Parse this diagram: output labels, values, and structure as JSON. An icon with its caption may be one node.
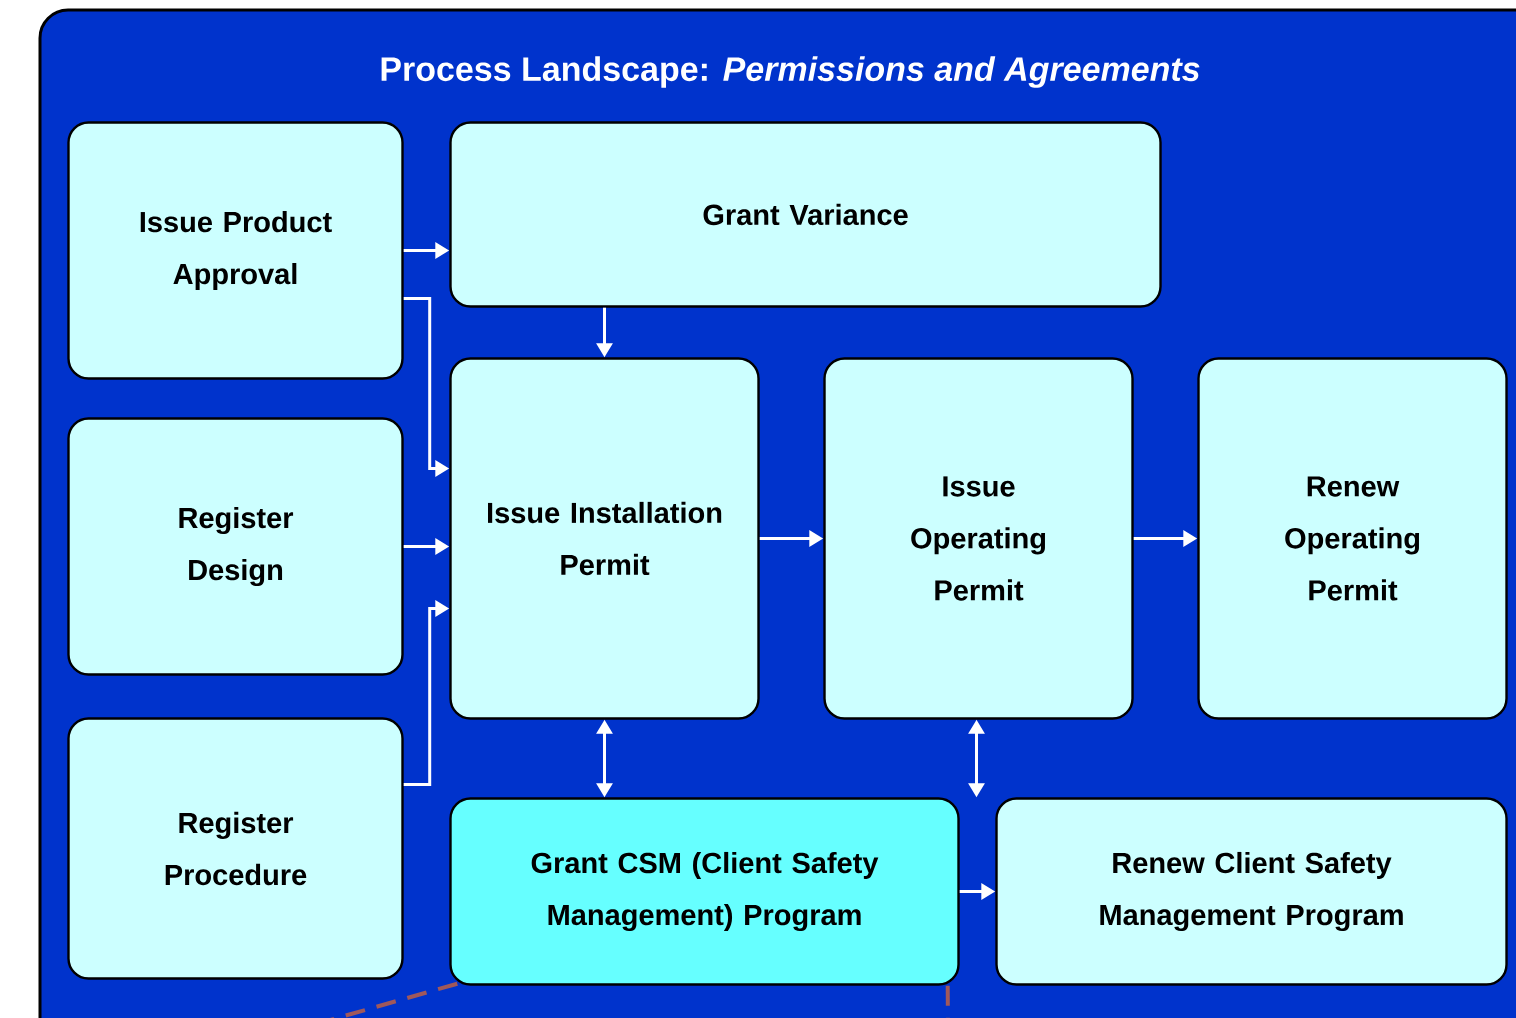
{
  "diagram": {
    "nodes": [
      {
        "text": [
          "Process Landscape: *Permissions and Agreements*"
        ]
      },
      {
        "text": [
          "Issue Product Approval"
        ],
        "in": 0
      },
      {
        "text": [
          "Grant Variance"
        ],
        "in": 0
      },
      {
        "text": [
          "Register Design"
        ],
        "in": 0
      },
      {
        "text": [
          "Issue Installation Permit"
        ],
        "in": 0
      },
      {
        "text": [
          "Issue Operating Permit"
        ],
        "in": 0
      },
      {
        "text": [
          "Renew Operating Permit"
        ],
        "in": 0
      },
      {
        "text": [
          "Register Procedure"
        ],
        "in": 0
      },
      {
        "text": [
          "Grant CSM (Client Safety Management) Program"
        ],
        "in": 0
      },
      {
        "text": [
          "Renew Client Safety Management Program"
        ],
        "in": 0
      }
    ],
    "edges": [
      {
        "from": 1,
        "to": 2,
        "arrow": "to"
      },
      {
        "from": 1,
        "to": 4,
        "arrow": "to"
      },
      {
        "from": 3,
        "to": 4,
        "arrow": "to"
      },
      {
        "from": 7,
        "to": 4,
        "arrow": "to"
      },
      {
        "from": 2,
        "to": 4,
        "arrow": "to"
      },
      {
        "from": 4,
        "to": 5,
        "arrow": "to"
      },
      {
        "from": 5,
        "to": 6,
        "arrow": "to"
      },
      {
        "from": 4,
        "to": 8,
        "arrow": "both"
      },
      {
        "from": 5,
        "to": 8,
        "arrow": "both"
      },
      {
        "from": 8,
        "to": 9,
        "arrow": "to"
      },
      {
        "from": 8,
        "to": null,
        "arrow": "none",
        "style": "dashed",
        "color": "#a0585a"
      },
      {
        "from": 8,
        "to": null,
        "arrow": "none",
        "style": "dashed",
        "color": "#a0585a"
      }
    ]
  }
}
